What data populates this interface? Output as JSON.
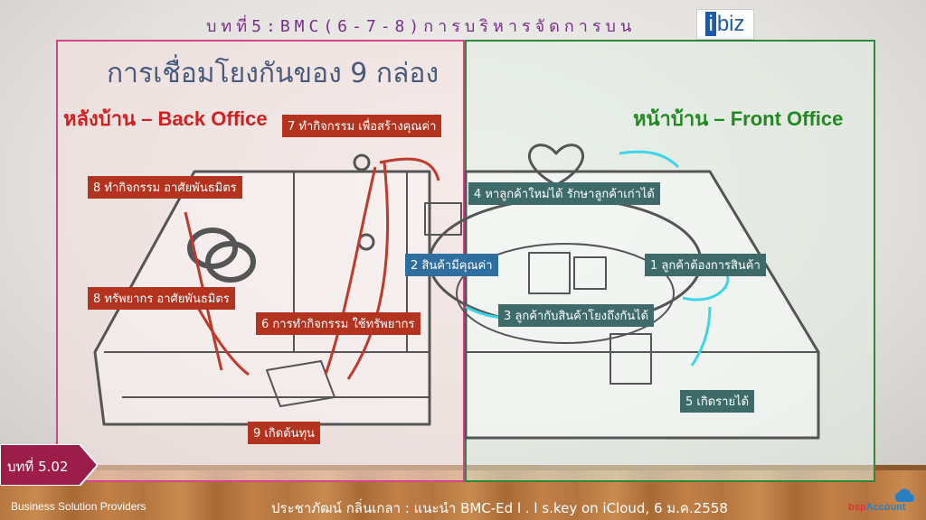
{
  "header": {
    "title": "บทที่5:BMC(6-7-8)การบริหารจัดการบน",
    "logo_letter": "i",
    "logo_text": "biz"
  },
  "slide": {
    "heading": "การเชื่อมโยงกันของ 9 กล่อง",
    "back_office_label": "หลังบ้าน – Back Office",
    "front_office_label": "หน้าบ้าน – Front Office"
  },
  "boxes": {
    "b7": "7 ทำกิจกรรม เพื่อสร้างคุณค่า",
    "b8a": "8 ทำกิจกรรม อาศัยพันธมิตร",
    "b8b": "8 ทรัพยากร อาศัยพันธมิตร",
    "b6": "6 การทำกิจกรรม ใช้ทรัพยากร",
    "b9": "9 เกิดต้นทุน",
    "b4": "4 หาลูกค้าใหม่ได้ รักษาลูกค้าเก่าได้",
    "b2": "2 สินค้ามีคุณค่า",
    "b1": "1 ลูกค้าต้องการสินค้า",
    "b3": "3 ลูกค้ากับสินค้าโยงถึงกันได้",
    "b5": "5 เกิดรายได้"
  },
  "chapter_badge": "บทที่ 5.02",
  "footer": {
    "left": "Business Solution Providers",
    "center": "ประชาภัฒน์ กลิ่นเกลา : แนะนำ BMC-Ed l . l s.key on iCloud, 6 ม.ค.2558",
    "brand_a": "bsp",
    "brand_b": "Account"
  },
  "colors": {
    "red_box": "#b3331f",
    "teal_box": "#3e6b6a",
    "blue_box": "#2f6fa0",
    "back_border": "#d6458a",
    "front_border": "#2a8a3a",
    "title": "#7b2d8b"
  }
}
